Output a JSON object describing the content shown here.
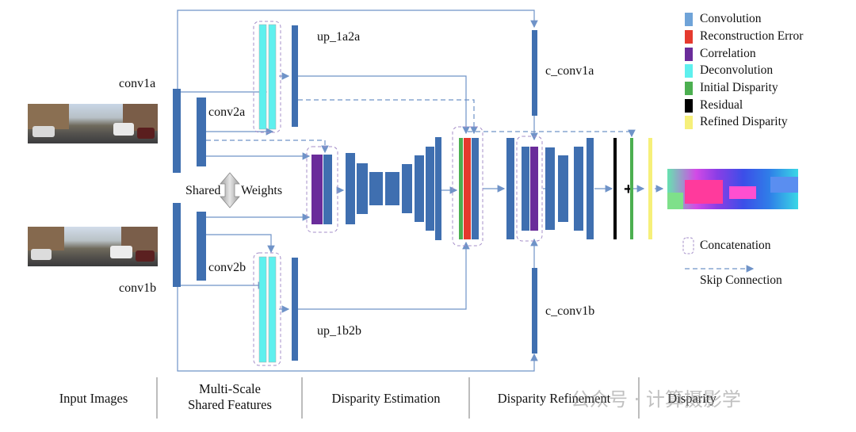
{
  "labels": {
    "conv1a": "conv1a",
    "conv2a": "conv2a",
    "conv1b": "conv1b",
    "conv2b": "conv2b",
    "up_1a2a": "up_1a2a",
    "up_1b2b": "up_1b2b",
    "c_conv1a": "c_conv1a",
    "c_conv1b": "c_conv1b",
    "shared": "Shared",
    "weights": "Weights",
    "plus": "+"
  },
  "legend": [
    {
      "label": "Convolution",
      "color": "#5b9bd5"
    },
    {
      "label": "Reconstruction Error",
      "color": "#e53a2e"
    },
    {
      "label": "Correlation",
      "color": "#6a2c9a"
    },
    {
      "label": "Deconvolution",
      "color": "#5ef0ee"
    },
    {
      "label": "Initial Disparity",
      "color": "#4caf50"
    },
    {
      "label": "Residual",
      "color": "#000000"
    },
    {
      "label": "Refined Disparity",
      "color": "#f6f07a"
    }
  ],
  "legend_extra": {
    "concatenation": "Concatenation",
    "skip_connection": "Skip Connection"
  },
  "stages": {
    "input": "Input Images",
    "features_line1": "Multi-Scale",
    "features_line2": "Shared Features",
    "estimation": "Disparity Estimation",
    "refinement": "Disparity Refinement",
    "output": "Disparity"
  },
  "watermark": "公众号 · 计算摄影学",
  "colors": {
    "conv": "#3f6fb0",
    "arrow": "#6f93c8",
    "concat": "#a58fc9"
  }
}
